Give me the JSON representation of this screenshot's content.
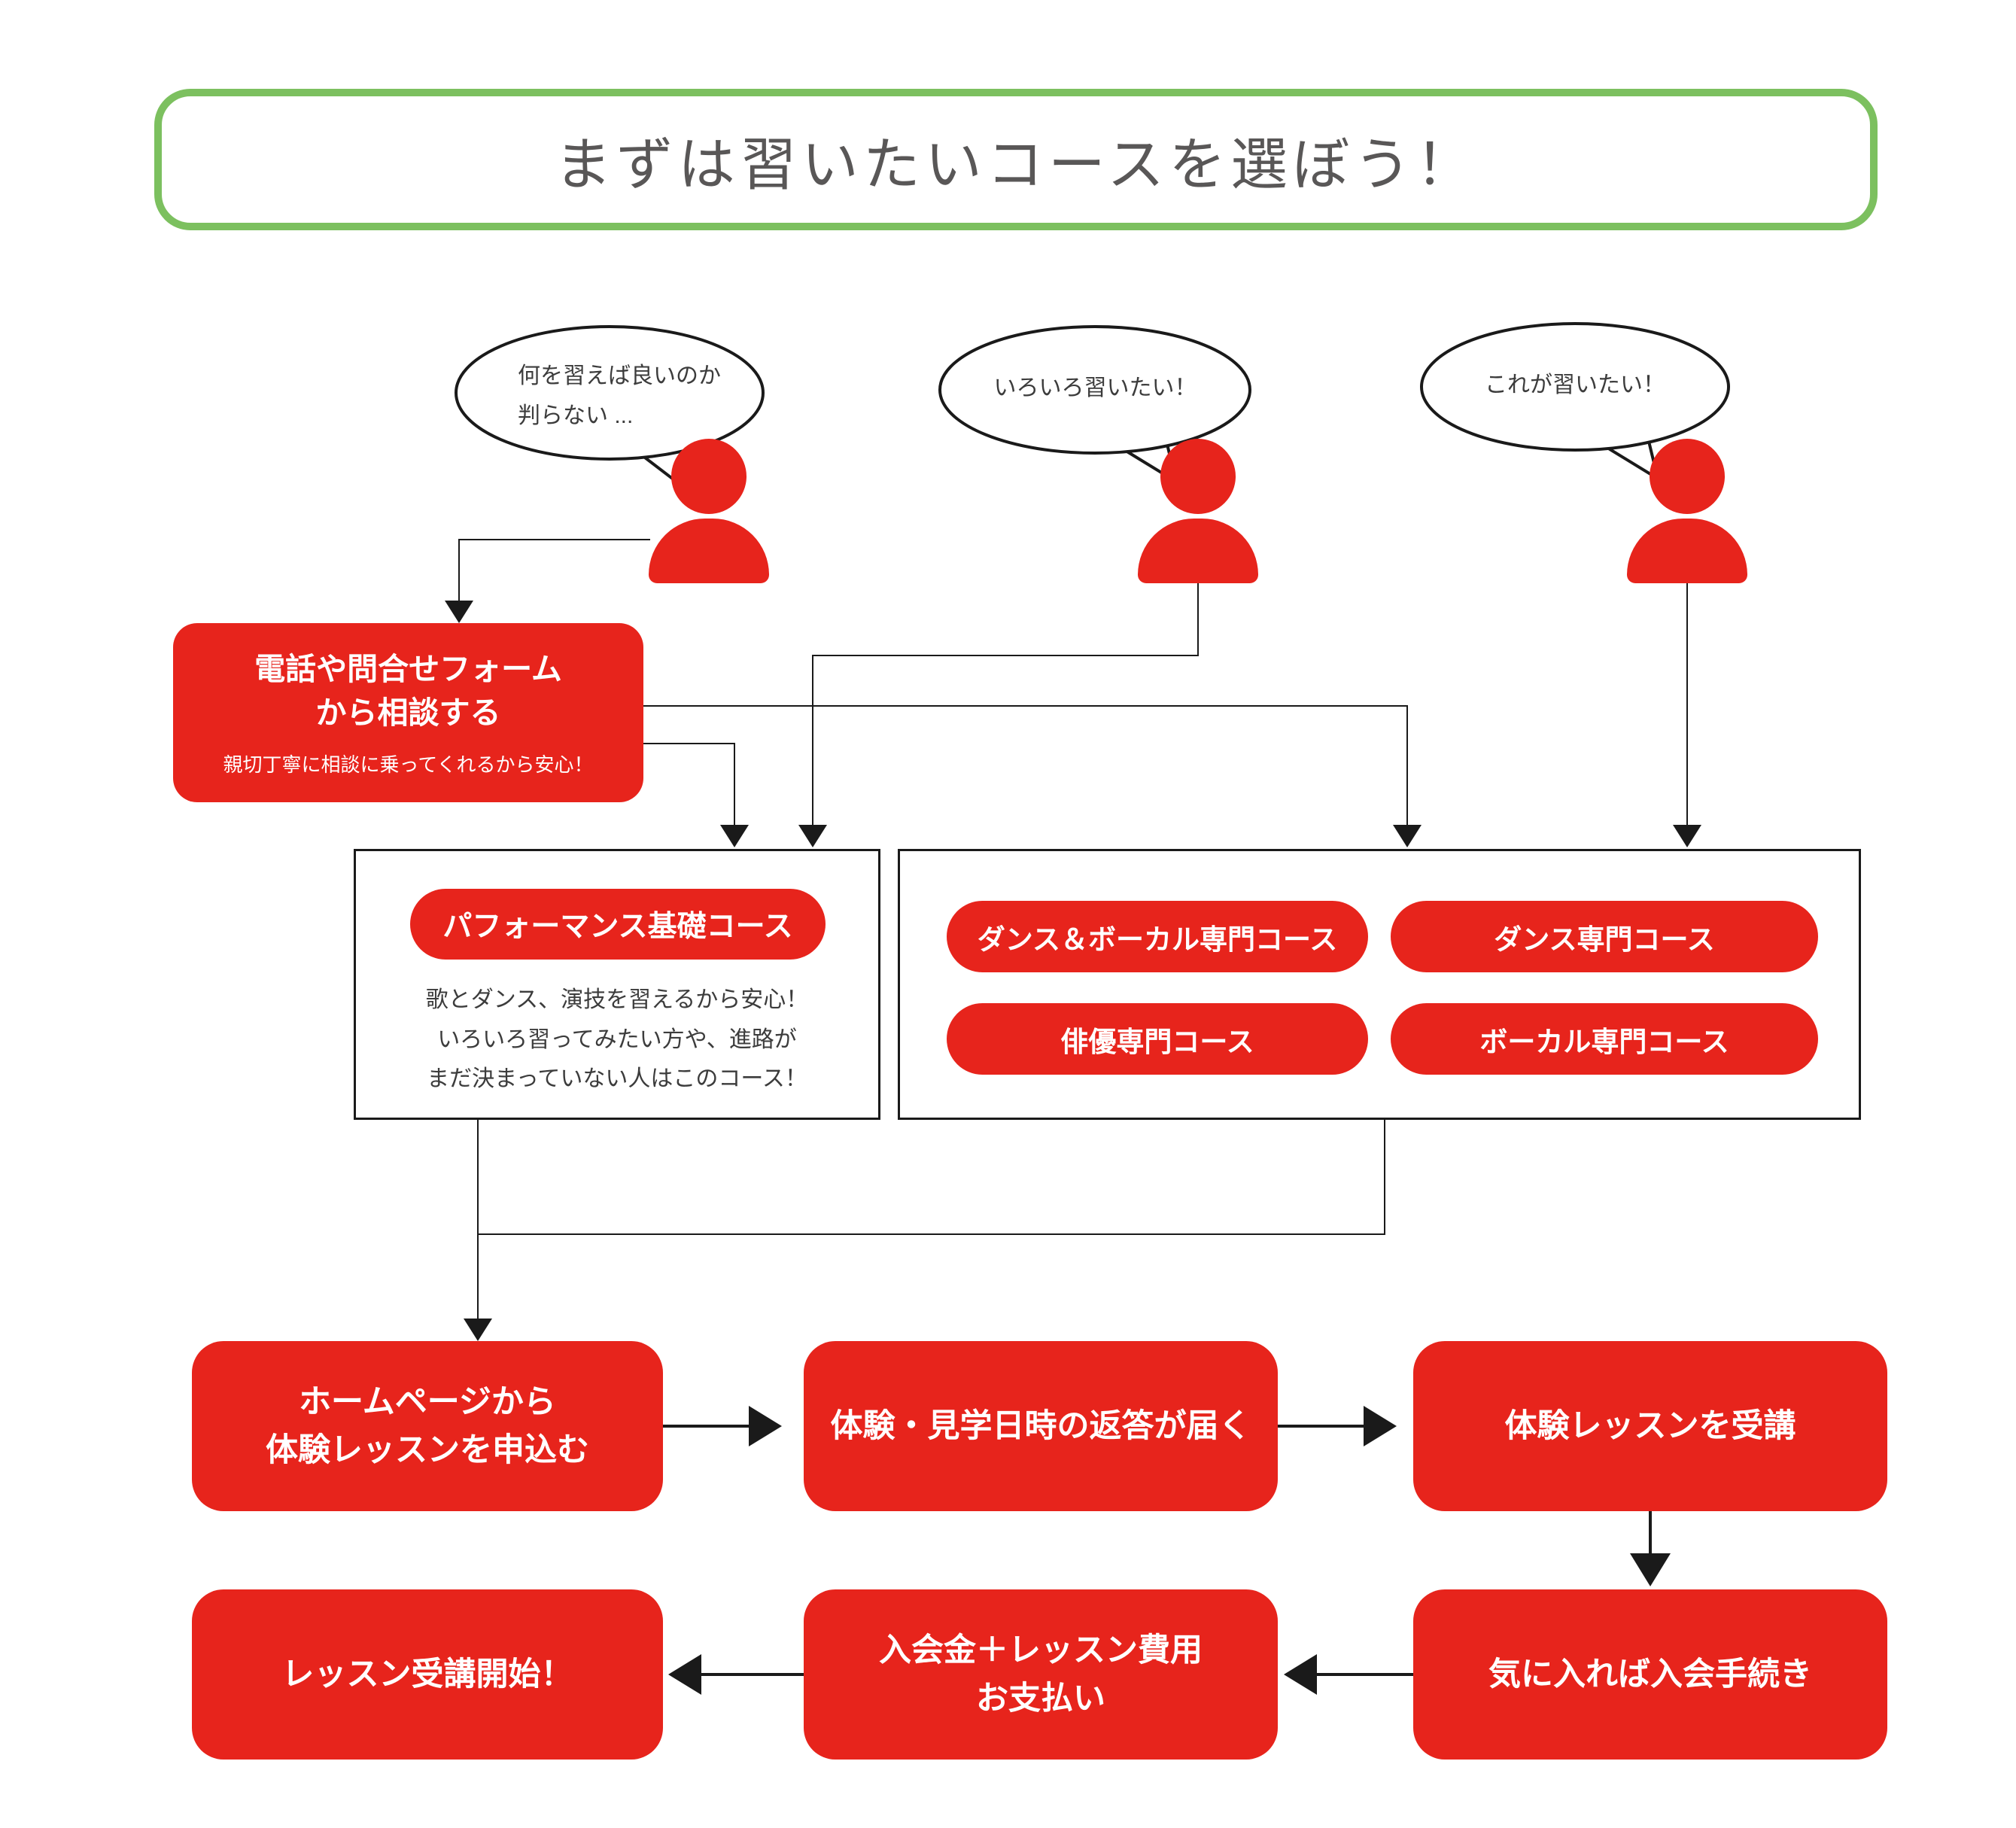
{
  "title": "まずは習いたいコースを選ぼう！",
  "colors": {
    "red": "#e7241c",
    "green": "#7cc05f",
    "title_text": "#595757",
    "body_text": "#3c3c3c",
    "line": "#1a1a1a"
  },
  "icons": {
    "person-icon": "red person silhouette (circle head + rounded shoulders)",
    "speech-bubble": "white ellipse balloon with black outline and tail"
  },
  "bubbles": [
    {
      "lines": [
        "何を習えば良いのか",
        "判らない ..."
      ]
    },
    {
      "lines": [
        "いろいろ習いたい！"
      ]
    },
    {
      "lines": [
        "これが習いたい！"
      ]
    }
  ],
  "consult_box": {
    "title_lines": [
      "電話や問合せフォーム",
      "から相談する"
    ],
    "note": "親切丁寧に相談に乗ってくれるから安心！"
  },
  "basic_course_panel": {
    "pill_label": "パフォーマンス基礎コース",
    "desc_lines": [
      "歌とダンス、演技を習えるから安心！",
      "いろいろ習ってみたい方や、進路が",
      "まだ決まっていない人はこのコース！"
    ]
  },
  "specialized_panel": {
    "pills": [
      "ダンス＆ボーカル専門コース",
      "ダンス専門コース",
      "俳優専門コース",
      "ボーカル専門コース"
    ]
  },
  "flow": {
    "apply_lines": [
      "ホームページから",
      "体験レッスンを申込む"
    ],
    "reply": "体験・見学日時の返答が届く",
    "trial": "体験レッスンを受講",
    "enroll": "気に入れば入会手続き",
    "payment_lines": [
      "入会金＋レッスン費用",
      "お支払い"
    ],
    "start": "レッスン受講開始！"
  }
}
